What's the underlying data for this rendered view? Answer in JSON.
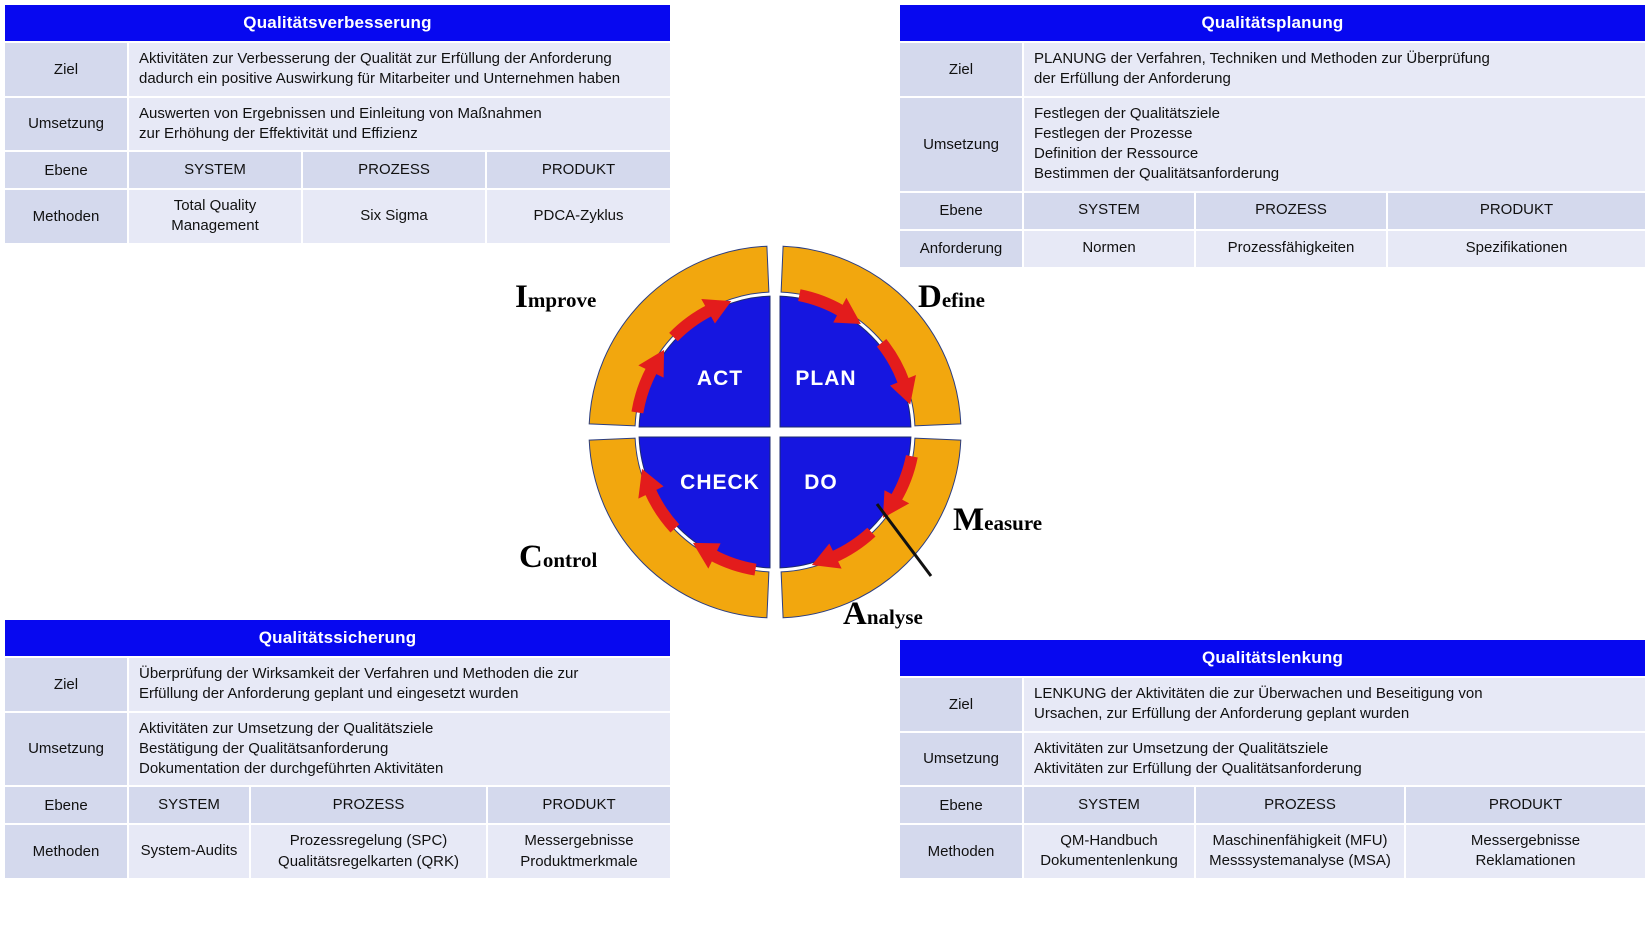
{
  "colors": {
    "header_blue": "#0708f0",
    "cell_dark": "#d4d9ed",
    "cell_light": "#e7e9f6",
    "ring_orange": "#f2a70e",
    "circle_blue": "#1616e0",
    "arrow_red": "#e31c1c"
  },
  "tables": {
    "verbesserung": {
      "title": "Qualitätsverbesserung",
      "rows": [
        {
          "label": "Ziel",
          "text": "Aktivitäten zur Verbesserung der Qualität zur Erfüllung der Anforderung\ndadurch ein positive Auswirkung für Mitarbeiter und Unternehmen haben"
        },
        {
          "label": "Umsetzung",
          "text": "Auswerten von Ergebnissen und Einleitung von Maßnahmen\nzur Erhöhung der Effektivität und Effizienz"
        },
        {
          "label": "Ebene",
          "cells": [
            "SYSTEM",
            "PROZESS",
            "PRODUKT"
          ]
        },
        {
          "label": "Methoden",
          "cells": [
            "Total Quality\nManagement",
            "Six Sigma",
            "PDCA-Zyklus"
          ]
        }
      ]
    },
    "planung": {
      "title": "Qualitätsplanung",
      "rows": [
        {
          "label": "Ziel",
          "text": "PLANUNG der Verfahren, Techniken und Methoden zur Überprüfung\nder Erfüllung der Anforderung"
        },
        {
          "label": "Umsetzung",
          "text": "Festlegen der Qualitätsziele\nFestlegen der Prozesse\nDefinition der Ressource\nBestimmen der Qualitätsanforderung"
        },
        {
          "label": "Ebene",
          "cells": [
            "SYSTEM",
            "PROZESS",
            "PRODUKT"
          ]
        },
        {
          "label": "Anforderung",
          "cells": [
            "Normen",
            "Prozessfähigkeiten",
            "Spezifikationen"
          ]
        }
      ]
    },
    "sicherung": {
      "title": "Qualitätssicherung",
      "rows": [
        {
          "label": "Ziel",
          "text": "Überprüfung der Wirksamkeit der Verfahren und Methoden die zur\nErfüllung der Anforderung geplant und eingesetzt wurden"
        },
        {
          "label": "Umsetzung",
          "text": "Aktivitäten zur Umsetzung der Qualitätsziele\nBestätigung der Qualitätsanforderung\nDokumentation der durchgeführten Aktivitäten"
        },
        {
          "label": "Ebene",
          "cells": [
            "SYSTEM",
            "PROZESS",
            "PRODUKT"
          ]
        },
        {
          "label": "Methoden",
          "cells": [
            "System-Audits",
            "Prozessregelung (SPC)\nQualitätsregelkarten (QRK)",
            "Messergebnisse\nProduktmerkmale"
          ]
        }
      ]
    },
    "lenkung": {
      "title": "Qualitätslenkung",
      "rows": [
        {
          "label": "Ziel",
          "text": "LENKUNG der Aktivitäten die zur Überwachen und Beseitigung von\nUrsachen, zur Erfüllung der Anforderung geplant wurden"
        },
        {
          "label": "Umsetzung",
          "text": "Aktivitäten zur Umsetzung der Qualitätsziele\nAktivitäten zur Erfüllung der Qualitätsanforderung"
        },
        {
          "label": "Ebene",
          "cells": [
            "SYSTEM",
            "PROZESS",
            "PRODUKT"
          ]
        },
        {
          "label": "Methoden",
          "cells": [
            "QM-Handbuch\nDokumentenlenkung",
            "Maschinenfähigkeit (MFU)\nMesssystemanalyse (MSA)",
            "Messergebnisse\nReklamationen"
          ]
        }
      ]
    }
  },
  "cycle": {
    "quadrants": [
      {
        "id": "act",
        "label": "ACT"
      },
      {
        "id": "plan",
        "label": "PLAN"
      },
      {
        "id": "check",
        "label": "CHECK"
      },
      {
        "id": "do",
        "label": "DO"
      }
    ],
    "outer_labels": [
      {
        "id": "improve",
        "label": "Improve"
      },
      {
        "id": "define",
        "label": "Define"
      },
      {
        "id": "control",
        "label": "Control"
      },
      {
        "id": "measure",
        "label": "Measure"
      },
      {
        "id": "analyse",
        "label": "Analyse"
      }
    ]
  }
}
